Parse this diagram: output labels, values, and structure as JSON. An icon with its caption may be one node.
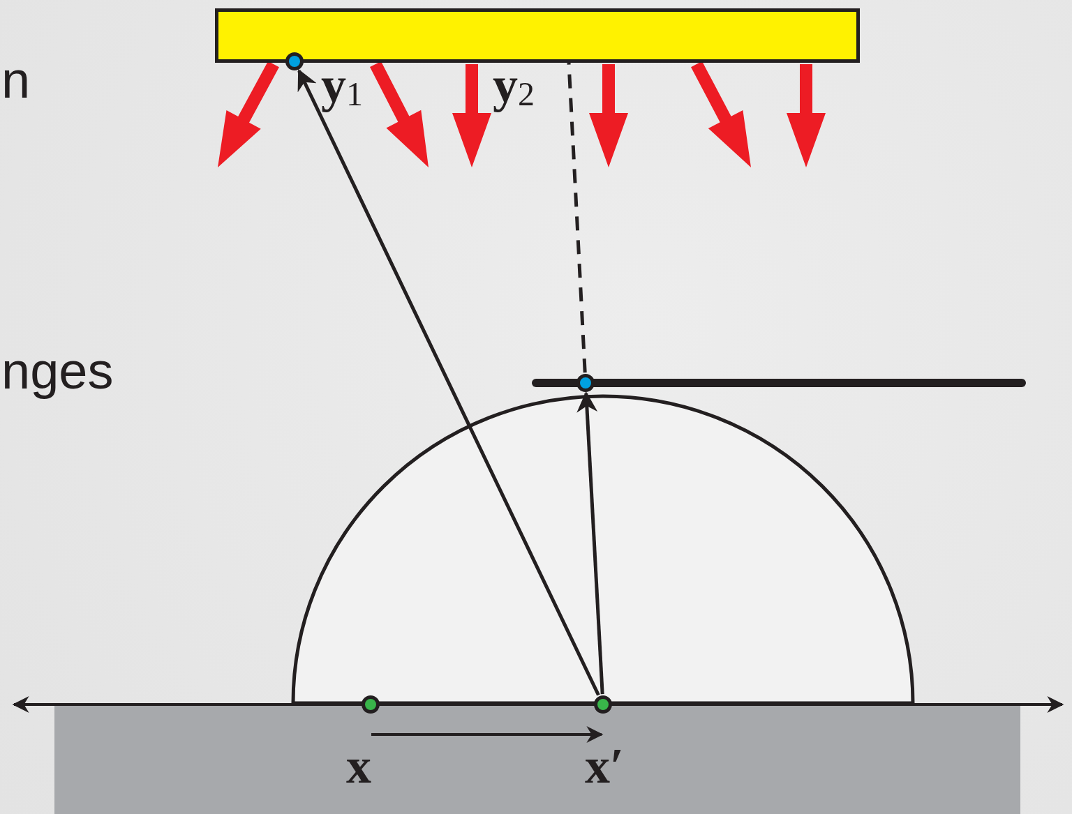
{
  "diagram": {
    "nodes": [
      {
        "text": [],
        "shape": "bar"
      },
      {
        "text": [],
        "shape": "circle",
        "beside": [
          "y$_{1}$"
        ]
      },
      {
        "text": [],
        "shape": "circle"
      },
      {
        "text": [],
        "shape": "circle",
        "beside": [
          "x"
        ]
      },
      {
        "text": [],
        "shape": "circle",
        "beside": [
          "x′"
        ]
      }
    ],
    "edges": [
      {
        "from": 4,
        "to": 1,
        "arrow": "to"
      },
      {
        "from": 4,
        "to": 2,
        "arrow": "to"
      },
      {
        "from": 2,
        "to": 0,
        "arrow": "none",
        "style": "dashed"
      }
    ],
    "labels": [
      "n",
      "y$_{2}$",
      "nges"
    ]
  }
}
